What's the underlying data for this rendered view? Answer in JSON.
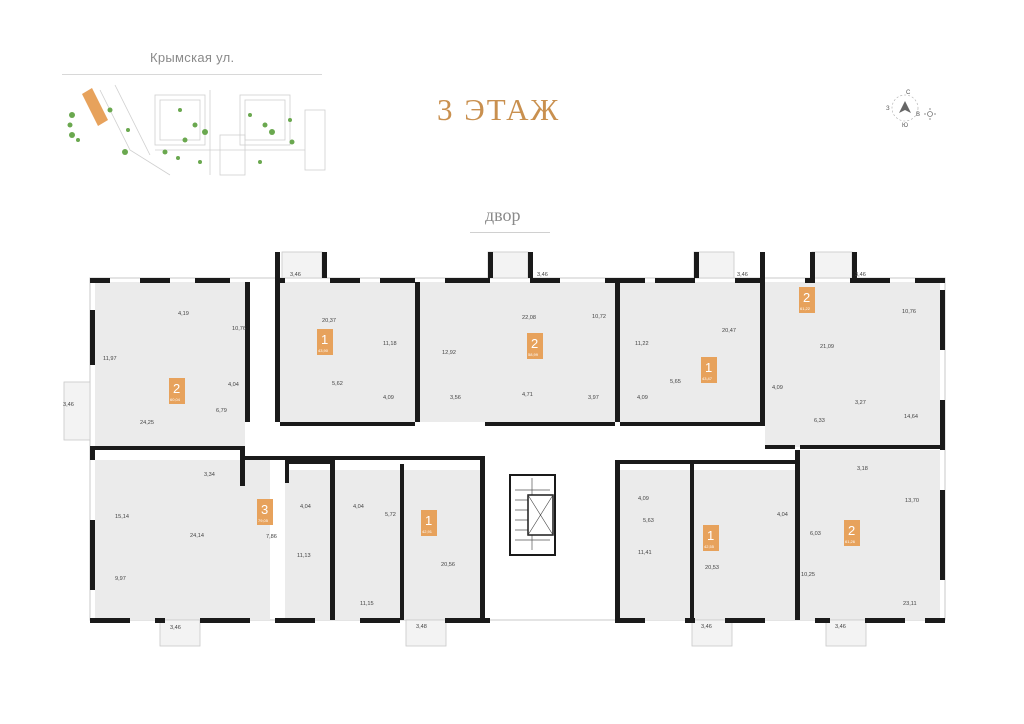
{
  "header": {
    "street": "Крымская ул.",
    "floor_title": "3 ЭТАЖ",
    "yard_label": "двор"
  },
  "compass": {
    "labels": [
      "С",
      "В",
      "Ю",
      "З"
    ]
  },
  "colors": {
    "accent": "#c9904f",
    "badge": "#e7a25c",
    "wall": "#1a1a1a",
    "room_fill": "#ebebeb"
  },
  "rooms": [
    "4,19",
    "10,76",
    "11,97",
    "4,04",
    "6,79",
    "24,25",
    "3,46",
    "20,37",
    "11,18",
    "5,62",
    "4,09",
    "3,46",
    "12,92",
    "22,08",
    "10,72",
    "3,56",
    "4,71",
    "3,97",
    "3,46",
    "11,22",
    "20,47",
    "5,65",
    "4,09",
    "3,46",
    "10,76",
    "21,09",
    "4,09",
    "3,27",
    "6,33",
    "14,64",
    "3,46",
    "3,34",
    "15,14",
    "24,14",
    "4,04",
    "7,86",
    "9,97",
    "11,13",
    "3,46",
    "4,04",
    "5,72",
    "11,15",
    "20,56",
    "3,48",
    "4,09",
    "5,63",
    "11,41",
    "20,53",
    "3,46",
    "3,18",
    "4,04",
    "13,70",
    "6,03",
    "10,25",
    "23,11",
    "3,46"
  ],
  "apartments": [
    {
      "rooms": "2",
      "area": "60,04"
    },
    {
      "rooms": "1",
      "area": "43,90"
    },
    {
      "rooms": "2",
      "area": "58,99"
    },
    {
      "rooms": "1",
      "area": "43,47"
    },
    {
      "rooms": "2",
      "area": "61,22"
    },
    {
      "rooms": "3",
      "area": "79,05"
    },
    {
      "rooms": "1",
      "area": "42,91"
    },
    {
      "rooms": "1",
      "area": "42,55"
    },
    {
      "rooms": "2",
      "area": "61,26"
    }
  ]
}
